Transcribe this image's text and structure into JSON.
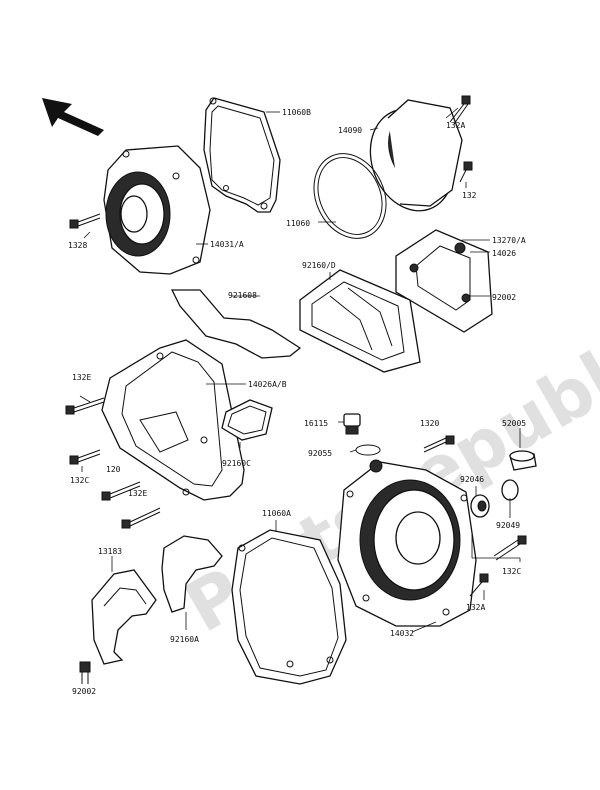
{
  "watermark": "PartsRepublik",
  "labels": {
    "l110608": "11060B",
    "l14090": "14090",
    "l132a_top": "132A",
    "l132": "132",
    "l1328": "1328",
    "l14031a": "14031/A",
    "l11060": "11060",
    "l13270a": "13270/A",
    "l14026": "14026",
    "l92002_top": "92002",
    "l92160d": "92160/D",
    "l921608": "921608",
    "l132e_top": "132E",
    "l14026ab": "14026A/B",
    "l16115": "16115",
    "l1320": "1320",
    "l52005": "52005",
    "l92055": "92055",
    "l92160c": "92160C",
    "l132c_left": "132C",
    "l120": "120",
    "l132e_bottom": "132E",
    "l92046": "92046",
    "l92049": "92049",
    "l11060a": "11060A",
    "l13183": "13183",
    "l132c_right": "132C",
    "l132a_bottom": "132A",
    "l92160a": "92160A",
    "l14032": "14032",
    "l92002_bottom": "92002"
  }
}
